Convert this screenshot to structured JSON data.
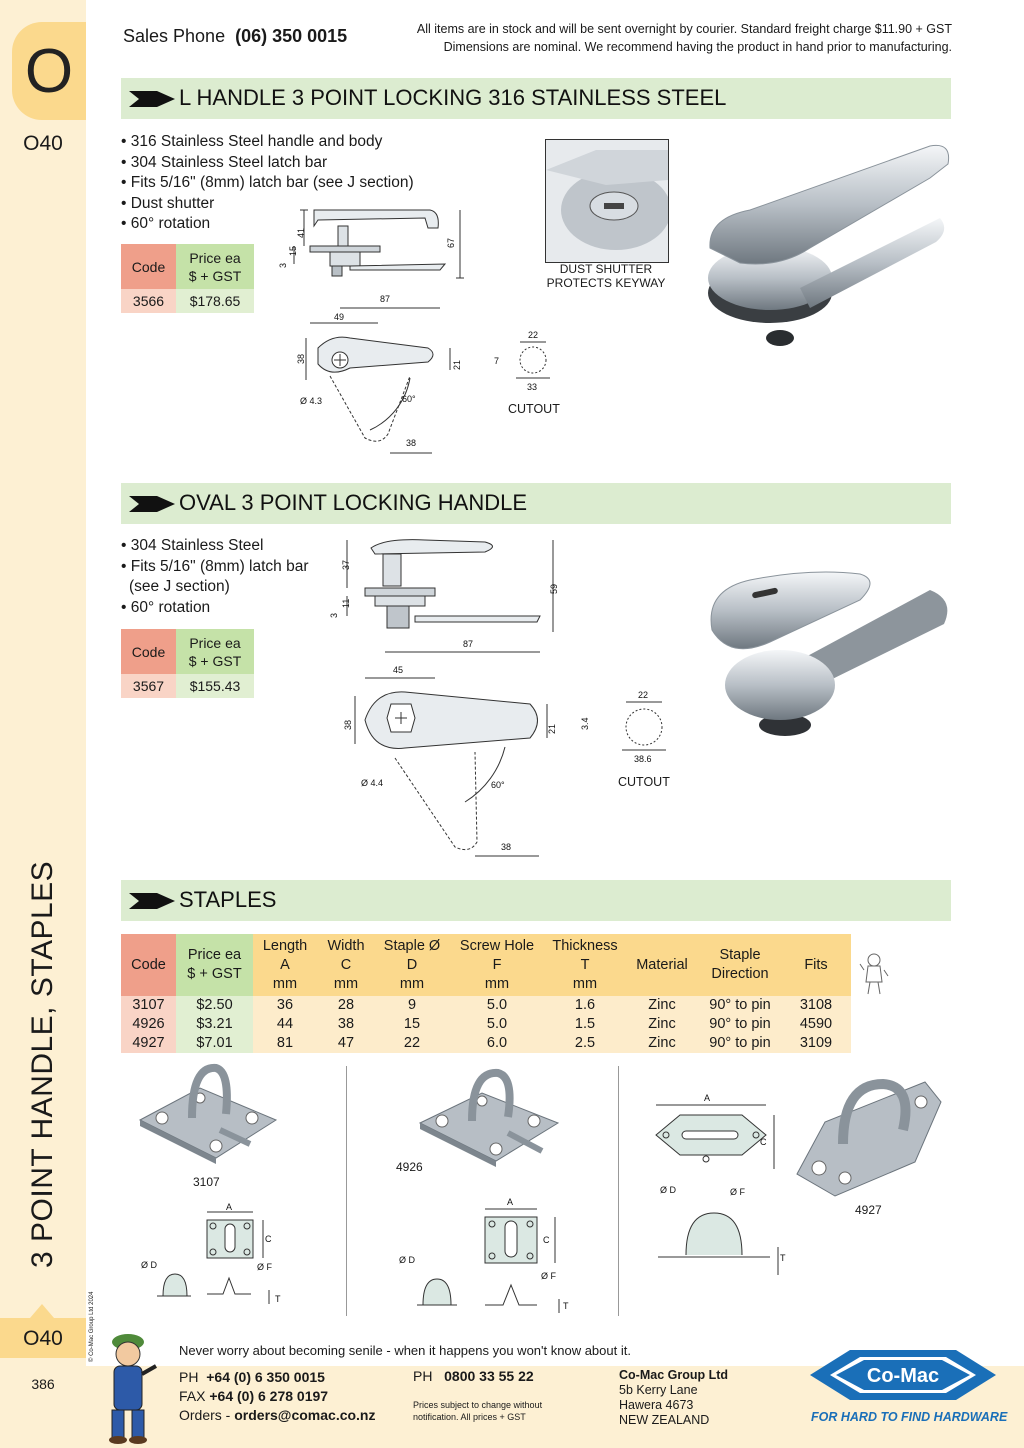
{
  "sidebar": {
    "letter": "O",
    "page_code_top": "O40",
    "vertical_title": "3 POINT HANDLE, STAPLES",
    "copyright": "© Co-Mac Group Ltd 2024",
    "page_code_bottom": "O40",
    "page_number": "386"
  },
  "header": {
    "sales_label": "Sales Phone",
    "sales_phone": "(06) 350 0015",
    "note_line1": "All items are in stock and will be sent overnight by courier. Standard freight charge $11.90 + GST",
    "note_line2": "Dimensions are nominal. We recommend having the product in hand prior to manufacturing."
  },
  "section1": {
    "title": "L HANDLE 3 POINT LOCKING 316 STAINLESS STEEL",
    "features": [
      "316 Stainless Steel handle and body",
      "304 Stainless Steel latch bar",
      "Fits 5/16\" (8mm) latch bar (see J section)",
      "Dust shutter",
      "60° rotation"
    ],
    "table": {
      "code_header": "Code",
      "price_header_1": "Price ea",
      "price_header_2": "$ + GST",
      "code": "3566",
      "price": "$178.65"
    },
    "dims": {
      "d41": "41",
      "d15": "15",
      "d3": "3",
      "d67": "67",
      "d87": "87",
      "d49": "49",
      "d38": "38",
      "d21": "21",
      "hole": "Ø 4.3",
      "angle": "60°",
      "d38b": "38"
    },
    "cutout": {
      "label": "CUTOUT",
      "w22": "22",
      "h7": "7",
      "w33": "33"
    },
    "photo_caption_1": "DUST SHUTTER",
    "photo_caption_2": "PROTECTS KEYWAY"
  },
  "section2": {
    "title": "OVAL 3 POINT LOCKING HANDLE",
    "features": [
      "304 Stainless Steel",
      "Fits 5/16\" (8mm) latch bar",
      "(see J section)",
      "60° rotation"
    ],
    "table": {
      "code_header": "Code",
      "price_header_1": "Price ea",
      "price_header_2": "$ + GST",
      "code": "3567",
      "price": "$155.43"
    },
    "dims": {
      "d37": "37",
      "d11": "11",
      "d3": "3",
      "d59": "59",
      "d87": "87",
      "d45": "45",
      "d38": "38",
      "d21": "21",
      "hole": "Ø 4.4",
      "angle": "60°",
      "d38b": "38"
    },
    "cutout": {
      "label": "CUTOUT",
      "w22": "22",
      "h34": "3.4",
      "w386": "38.6"
    }
  },
  "section3": {
    "title": "STAPLES",
    "headers": {
      "code": "Code",
      "price": [
        "Price ea",
        "$ + GST"
      ],
      "length": [
        "Length",
        "A",
        "mm"
      ],
      "width": [
        "Width",
        "C",
        "mm"
      ],
      "staple": [
        "Staple Ø",
        "D",
        "mm"
      ],
      "screw": [
        "Screw Hole",
        "F",
        "mm"
      ],
      "thickness": [
        "Thickness",
        "T",
        "mm"
      ],
      "material": "Material",
      "direction": [
        "Staple",
        "Direction"
      ],
      "fits": "Fits"
    },
    "rows": [
      {
        "code": "3107",
        "price": "$2.50",
        "length": "36",
        "width": "28",
        "staple": "9",
        "screw": "5.0",
        "thickness": "1.6",
        "material": "Zinc",
        "direction": "90° to pin",
        "fits": "3108"
      },
      {
        "code": "4926",
        "price": "$3.21",
        "length": "44",
        "width": "38",
        "staple": "15",
        "screw": "5.0",
        "thickness": "1.5",
        "material": "Zinc",
        "direction": "90° to pin",
        "fits": "4590"
      },
      {
        "code": "4927",
        "price": "$7.01",
        "length": "81",
        "width": "47",
        "staple": "22",
        "screw": "6.0",
        "thickness": "2.5",
        "material": "Zinc",
        "direction": "90° to pin",
        "fits": "3109"
      }
    ],
    "labels": {
      "p1": "3107",
      "p2": "4926",
      "p3": "4927",
      "A": "A",
      "C": "C",
      "D": "Ø D",
      "F": "Ø F",
      "T": "T"
    }
  },
  "footer": {
    "quote": "Never worry about becoming senile - when it happens you won't know about it.",
    "ph_label": "PH",
    "ph": "+64 (0) 6 350 0015",
    "fax_label": "FAX",
    "fax": "+64 (0) 6 278 0197",
    "orders_label": "Orders -",
    "orders": "orders@comac.co.nz",
    "ph2_label": "PH",
    "ph2": "0800 33 55 22",
    "note1": "Prices subject to change without",
    "note2": "notification. All prices + GST",
    "company": "Co-Mac Group Ltd",
    "addr1": "5b Kerry Lane",
    "addr2": "Hawera 4673",
    "addr3": "NEW ZEALAND",
    "logo_text": "Co-Mac",
    "tagline": "FOR HARD TO FIND HARDWARE"
  }
}
